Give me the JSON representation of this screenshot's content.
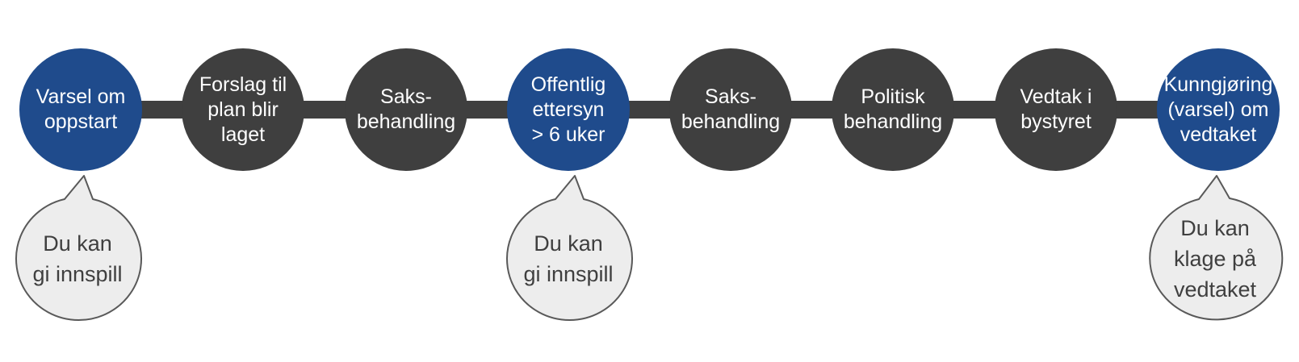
{
  "diagram": {
    "type": "process-timeline",
    "language": "no",
    "colors": {
      "background": "#FFFFFF",
      "step_highlight": "#1F4B8C",
      "step_default": "#3F3F3F",
      "step_text": "#FFFFFF",
      "connector": "#3F3F3F",
      "callout_fill": "#EDEDED",
      "callout_border": "#595959",
      "callout_text": "#3F3F3F"
    },
    "steps": [
      {
        "label": "Varsel om\noppstart",
        "highlighted": true
      },
      {
        "label": "Forslag til\nplan blir\nlaget",
        "highlighted": false
      },
      {
        "label": "Saks-\nbehandling",
        "highlighted": false
      },
      {
        "label": "Offentlig\nettersyn\n> 6 uker",
        "highlighted": true
      },
      {
        "label": "Saks-\nbehandling",
        "highlighted": false
      },
      {
        "label": "Politisk\nbehandling",
        "highlighted": false
      },
      {
        "label": "Vedtak i\nbystyret",
        "highlighted": false
      },
      {
        "label": "Kunngjøring\n(varsel) om\nvedtaket",
        "highlighted": true
      }
    ],
    "callouts": [
      {
        "label": "Du kan\ngi innspill",
        "attached_step": 0
      },
      {
        "label": "Du kan\ngi innspill",
        "attached_step": 3
      },
      {
        "label": "Du kan\nklage på\nvedtaket",
        "attached_step": 7
      }
    ]
  }
}
